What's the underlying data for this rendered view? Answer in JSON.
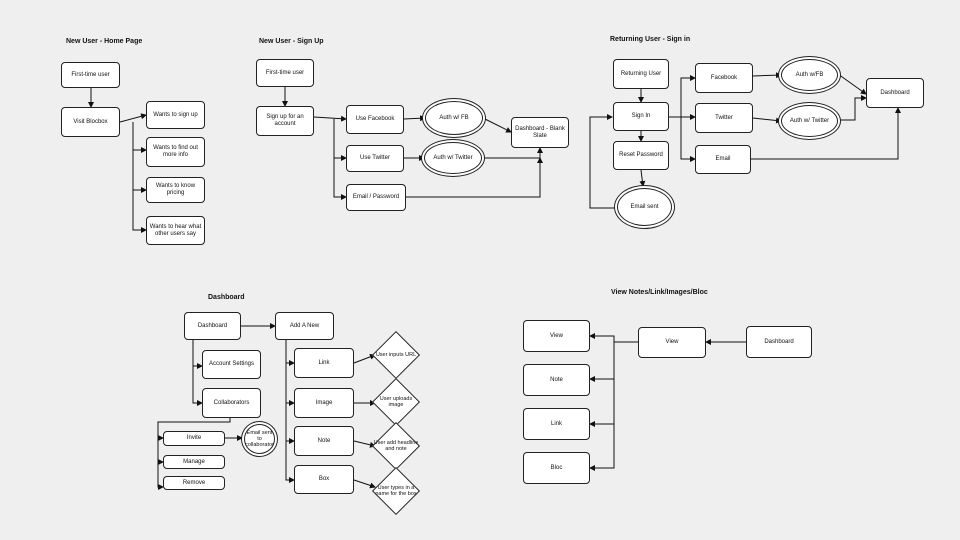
{
  "titles": {
    "home": "New User - Home Page",
    "signup": "New User - Sign Up",
    "signin": "Returning User - Sign in",
    "dashboard": "Dashboard",
    "view": "View Notes/Link/Images/Bloc"
  },
  "home": {
    "first": "First-time user",
    "visit": "Visit Blocbox",
    "signup": "Wants to sign up",
    "findout": "Wants to find out more info",
    "pricing": "Wants to know pricing",
    "hear": "Wants to hear what other users say"
  },
  "signup": {
    "first": "First-time user",
    "signup": "Sign up for an account",
    "facebook": "Use Facebook",
    "twitter": "Use Twitter",
    "email": "Email / Password",
    "auth_fb": "Auth w/ FB",
    "auth_tw": "Auth w/ Twitter",
    "dash": "Dashboard - Blank Slate"
  },
  "signin": {
    "returning": "Returning User",
    "signin": "Sign In",
    "reset": "Reset Password",
    "sent": "Email sent",
    "facebook": "Facebook",
    "twitter": "Twitter",
    "email": "Email",
    "auth_fb": "Auth w/FB",
    "auth_tw": "Auth w/ Twitter",
    "dash": "Dashboard"
  },
  "dashboard": {
    "dash": "Dashboard",
    "account": "Account Settings",
    "collab": "Collaborators",
    "invite": "Invite",
    "manage": "Manage",
    "remove": "Remove",
    "emailsent": "Email sent to collaborator",
    "addnew": "Add A New",
    "link": "Link",
    "image": "Image",
    "note": "Note",
    "box": "Box",
    "d_link": "User inputs URL",
    "d_image": "User uploads image",
    "d_note": "User add headline and note",
    "d_box": "User types in a name for the box"
  },
  "viewflow": {
    "view_a": "View",
    "note": "Note",
    "link": "Link",
    "bloc": "Bloc",
    "view_b": "View",
    "dash": "Dashboard"
  }
}
